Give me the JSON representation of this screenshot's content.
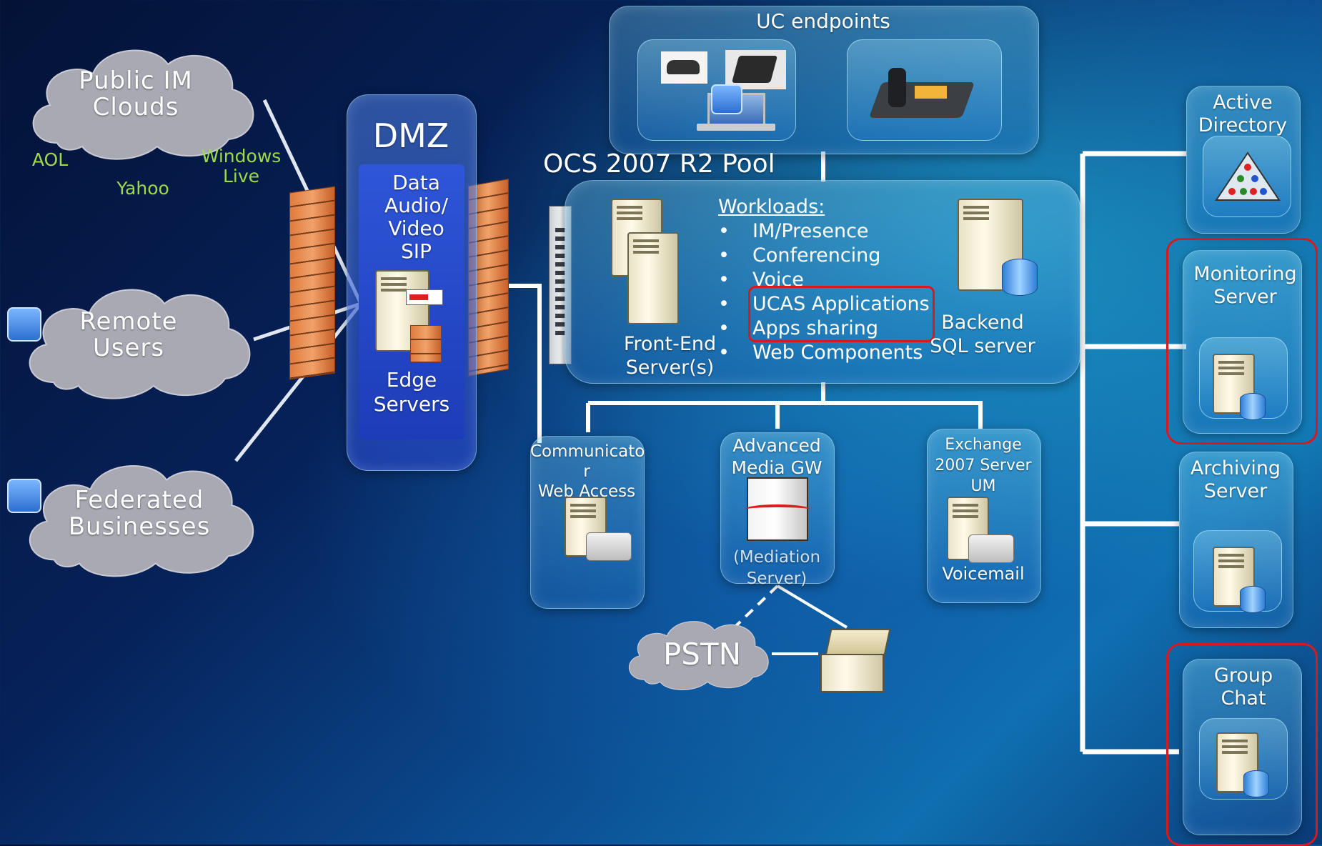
{
  "clouds": {
    "public_im": "Public IM\nClouds",
    "remote_users": "Remote\nUsers",
    "federated": "Federated\nBusinesses",
    "pstn": "PSTN"
  },
  "im_providers": {
    "aol": "AOL",
    "yahoo": "Yahoo",
    "windows_live": "Windows\nLive"
  },
  "dmz": {
    "title": "DMZ",
    "protocols": "Data\nAudio/\nVideo\nSIP",
    "edge": "Edge\nServers"
  },
  "uc_endpoints": {
    "title": "UC endpoints"
  },
  "pool": {
    "title": "OCS 2007 R2 Pool",
    "front_end": "Front-End\nServer(s)",
    "workloads_title": "Workloads:",
    "workloads": [
      "IM/Presence",
      "Conferencing",
      "Voice",
      "UCAS Applications",
      "Apps sharing",
      "Web Components"
    ],
    "backend": "Backend\nSQL server"
  },
  "lower_servers": {
    "cwa": "Communicato\nr\nWeb Access",
    "mediation_top": "Advanced\nMedia GW",
    "mediation_bottom": "(Mediation\nServer)",
    "exchange": "Exchange\n2007 Server\nUM",
    "voicemail": "Voicemail"
  },
  "right_column": {
    "active_directory": "Active\nDirectory",
    "monitoring": "Monitoring\nServer",
    "archiving": "Archiving\nServer",
    "group_chat": "Group\nChat"
  },
  "colors": {
    "highlight": "#d8191f",
    "provider_text": "#9fd94a",
    "connector": "#ffffff"
  }
}
